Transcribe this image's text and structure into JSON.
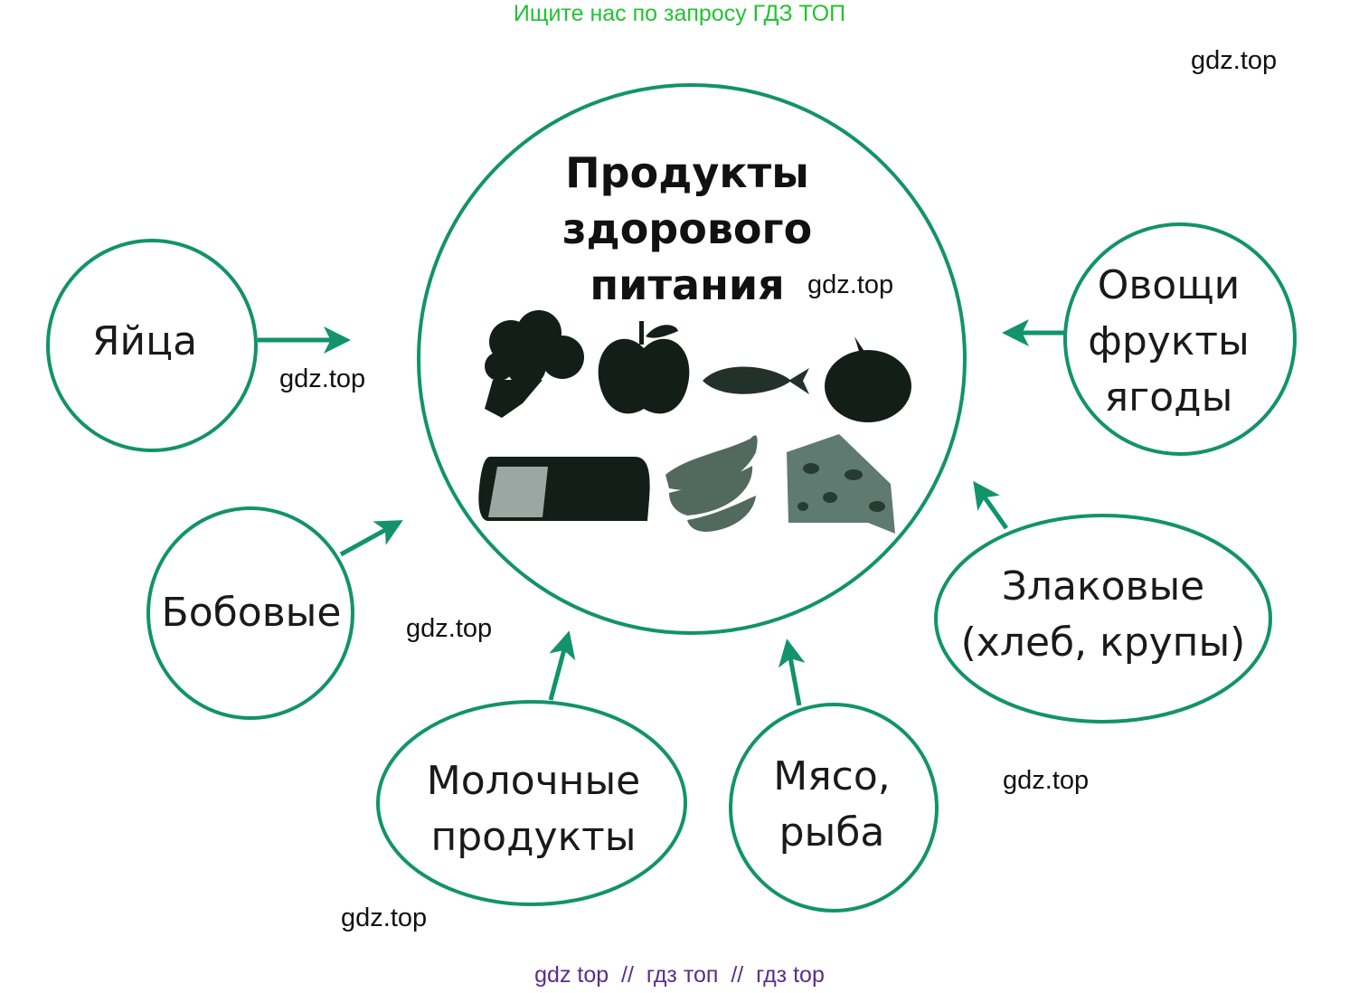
{
  "banner": "Ищите нас по запросу ГДЗ ТОП",
  "footer": "gdz top  //  гдз топ  //  гдз top",
  "watermark": "gdz.top",
  "center": {
    "title": "Продукты\nздорового\nпитания",
    "images": [
      "broccoli-icon",
      "apple-icon",
      "fish-icon",
      "tomato-icon",
      "bread-icon",
      "banana-icon",
      "cheese-icon"
    ]
  },
  "groups": {
    "eggs": "Яйца",
    "legumes": "Бобовые",
    "dairy": "Молочные\nпродукты",
    "meat_fish": "Мясо,\nрыба",
    "cereals": "Злаковые\n(хлеб, крупы)",
    "vegetables_fruits": "Овощи\nфрукты\nягоды"
  },
  "colors": {
    "circle_stroke": "#12936a",
    "arrow": "#12936a",
    "banner": "#22c232",
    "footer": "#5c2d8c",
    "food": "#141e18"
  }
}
